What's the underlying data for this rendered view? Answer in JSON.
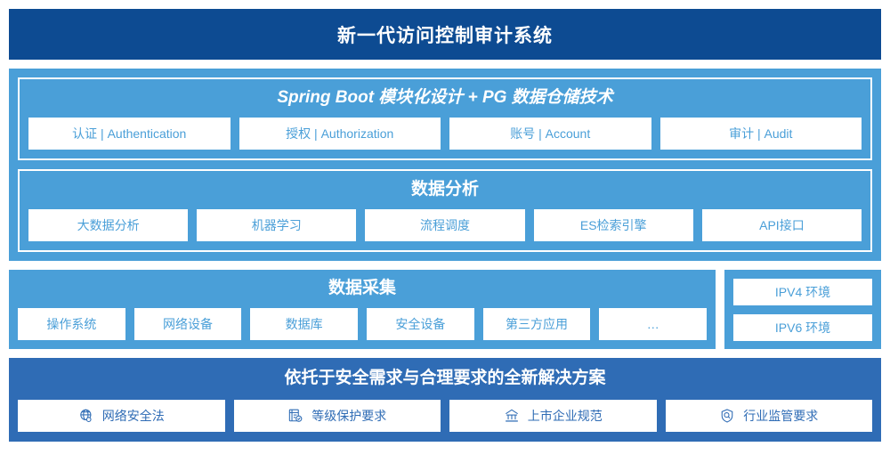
{
  "header": {
    "title": "新一代访问控制审计系统"
  },
  "platform": {
    "title": "Spring Boot 模块化设计 + PG 数据仓储技术",
    "cards": [
      {
        "label": "认证 | Authentication"
      },
      {
        "label": "授权 | Authorization"
      },
      {
        "label": "账号 | Account"
      },
      {
        "label": "审计 | Audit"
      }
    ]
  },
  "analysis": {
    "title": "数据分析",
    "cards": [
      {
        "label": "大数据分析"
      },
      {
        "label": "机器学习"
      },
      {
        "label": "流程调度"
      },
      {
        "label": "ES检索引擎"
      },
      {
        "label": "API接口"
      }
    ]
  },
  "collection": {
    "title": "数据采集",
    "cards": [
      {
        "label": "操作系统"
      },
      {
        "label": "网络设备"
      },
      {
        "label": "数据库"
      },
      {
        "label": "安全设备"
      },
      {
        "label": "第三方应用"
      },
      {
        "label": "…"
      }
    ]
  },
  "environment": {
    "items": [
      {
        "label": "IPV4 环境"
      },
      {
        "label": "IPV6 环境"
      }
    ]
  },
  "solution": {
    "title": "依托于安全需求与合理要求的全新解决方案",
    "cards": [
      {
        "label": "网络安全法",
        "icon": "globe-icon"
      },
      {
        "label": "等级保护要求",
        "icon": "document-check-icon"
      },
      {
        "label": "上市企业规范",
        "icon": "bank-icon"
      },
      {
        "label": "行业监管要求",
        "icon": "shield-search-icon"
      }
    ]
  },
  "colors": {
    "header_navy": "#0d4b92",
    "panel_blue": "#4a9fd8",
    "solution_blue": "#2f6cb5",
    "card_white": "#ffffff"
  }
}
